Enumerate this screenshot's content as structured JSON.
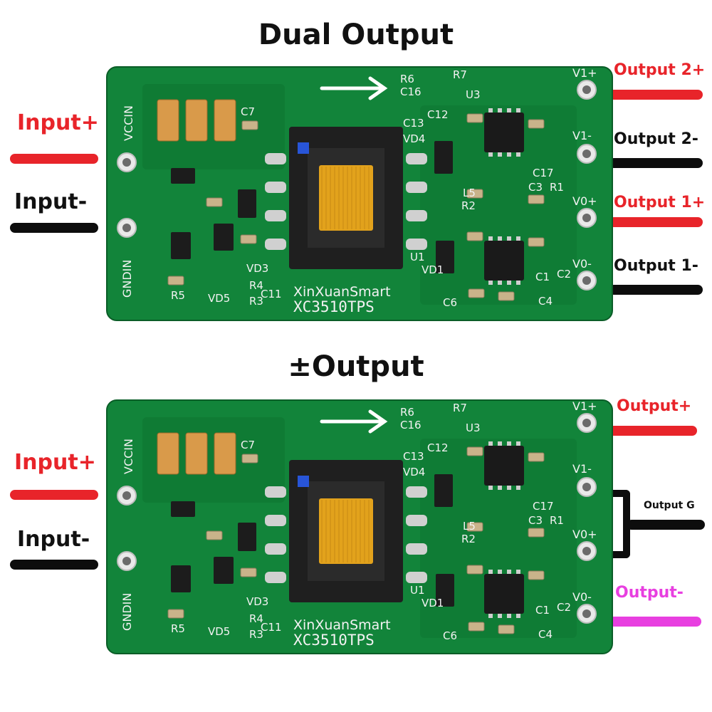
{
  "colors": {
    "red": "#e8242a",
    "black": "#0d0d0d",
    "magenta": "#e83fe0",
    "pcb_green": "#12843a",
    "pcb_dark": "#0b6a2c",
    "coil": "#e2a21c"
  },
  "top": {
    "title": "Dual Output",
    "input_plus": "Input+",
    "input_minus": "Input-",
    "outputs": [
      "Output 2+",
      "Output 2-",
      "Output 1+",
      "Output 1-"
    ]
  },
  "bottom": {
    "title": "±Output",
    "input_plus": "Input+",
    "input_minus": "Input-",
    "output_plus": "Output+",
    "output_g": "Output G",
    "output_minus": "Output-"
  },
  "board": {
    "brand": "XinXuanSmart",
    "model": "XC3510TPS",
    "vccin": "VCCIN",
    "gndin": "GNDIN",
    "pins": [
      "V1+",
      "V1-",
      "V0+",
      "V0-"
    ],
    "refs": [
      "R6",
      "C16",
      "R7",
      "U3",
      "C13",
      "C12",
      "C7",
      "VD4",
      "C17",
      "C3",
      "R1",
      "R2",
      "R5",
      "VD5",
      "VD3",
      "R4",
      "R3",
      "C11",
      "U1",
      "VD1",
      "C6",
      "C4",
      "C1",
      "C2",
      "L5"
    ]
  }
}
